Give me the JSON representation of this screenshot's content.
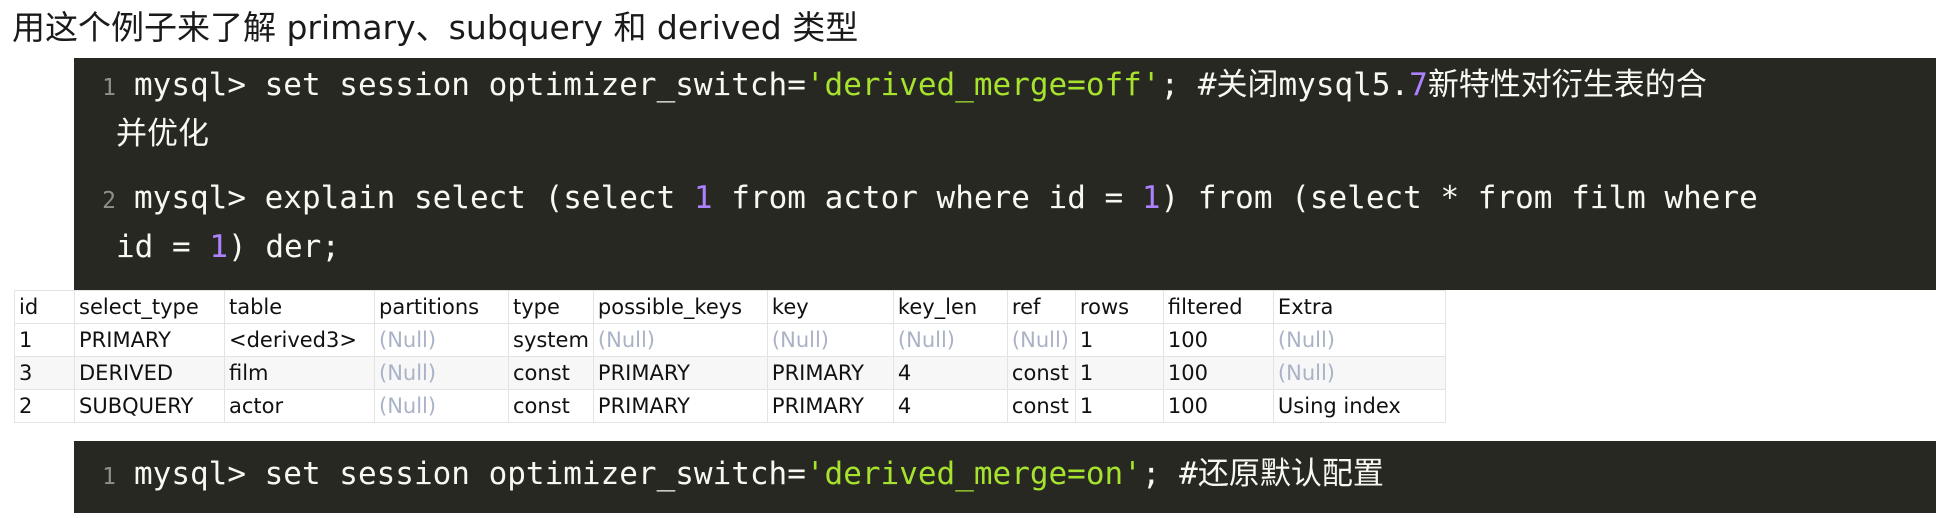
{
  "heading": "用这个例子来了解 primary、subquery 和 derived 类型",
  "code_block_1": {
    "line1": {
      "num": "1",
      "prefix": "mysql> set session optimizer_switch=",
      "string": "'derived_merge=off'",
      "suffix": "; #关闭mysql5.",
      "number": "7",
      "tail": "新特性对衍生表的合",
      "continuation": "并优化"
    },
    "line2": {
      "num": "2",
      "a": "mysql> explain select (select ",
      "n1": "1",
      "b": " from actor where id = ",
      "n2": "1",
      "c": ") from (select * from film where",
      "cont_a": "id = ",
      "cont_n": "1",
      "cont_b": ") der;"
    }
  },
  "result_table": {
    "columns": [
      "id",
      "select_type",
      "table",
      "partitions",
      "type",
      "possible_keys",
      "key",
      "key_len",
      "ref",
      "rows",
      "filtered",
      "Extra"
    ],
    "rows": [
      [
        "1",
        "PRIMARY",
        "<derived3>",
        "(Null)",
        "system",
        "(Null)",
        "(Null)",
        "(Null)",
        "(Null)",
        "1",
        "100",
        "(Null)"
      ],
      [
        "3",
        "DERIVED",
        "film",
        "(Null)",
        "const",
        "PRIMARY",
        "PRIMARY",
        "4",
        "const",
        "1",
        "100",
        "(Null)"
      ],
      [
        "2",
        "SUBQUERY",
        "actor",
        "(Null)",
        "const",
        "PRIMARY",
        "PRIMARY",
        "4",
        "const",
        "1",
        "100",
        "Using index"
      ]
    ]
  },
  "code_block_2": {
    "line1": {
      "num": "1",
      "prefix": "mysql> set session optimizer_switch=",
      "string": "'derived_merge=on'",
      "suffix": "; #还原默认配置"
    }
  },
  "colors": {
    "code_bg": "#272822",
    "code_text": "#f8f8f2",
    "string": "#a6e22e",
    "number": "#ae81ff",
    "line_number": "#8f908a",
    "null_text": "#a9b2c6"
  }
}
